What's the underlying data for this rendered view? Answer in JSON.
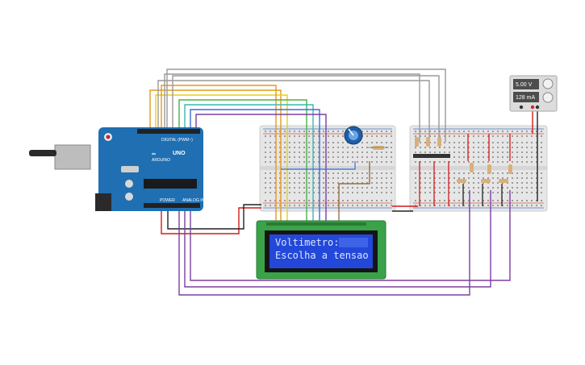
{
  "lcd": {
    "line1": "Voltimetro:",
    "line2": "Escolha a tensao"
  },
  "power_supply": {
    "voltage": "5.00 V",
    "current": "128 mA"
  },
  "arduino": {
    "model": "UNO",
    "brand": "ARDUINO",
    "digital_label": "DIGITAL (PWM~)",
    "power_label": "POWER",
    "analog_label": "ANALOG IN"
  },
  "colors": {
    "board_blue": "#1f6fb2",
    "breadboard": "#e9e9e9",
    "lcd_pcb": "#3aa34a",
    "lcd_screen": "#2348d9",
    "wire_red": "#d21b1b",
    "wire_black": "#222222",
    "wire_purple": "#7b3fa0",
    "wire_gray": "#9a9a9a",
    "wire_orange": "#e39a1d",
    "wire_yellow": "#e8cf12",
    "wire_green": "#49b048",
    "wire_teal": "#3bb7b0",
    "wire_blue": "#3a6fd8",
    "wire_brown": "#8a5a2b"
  }
}
